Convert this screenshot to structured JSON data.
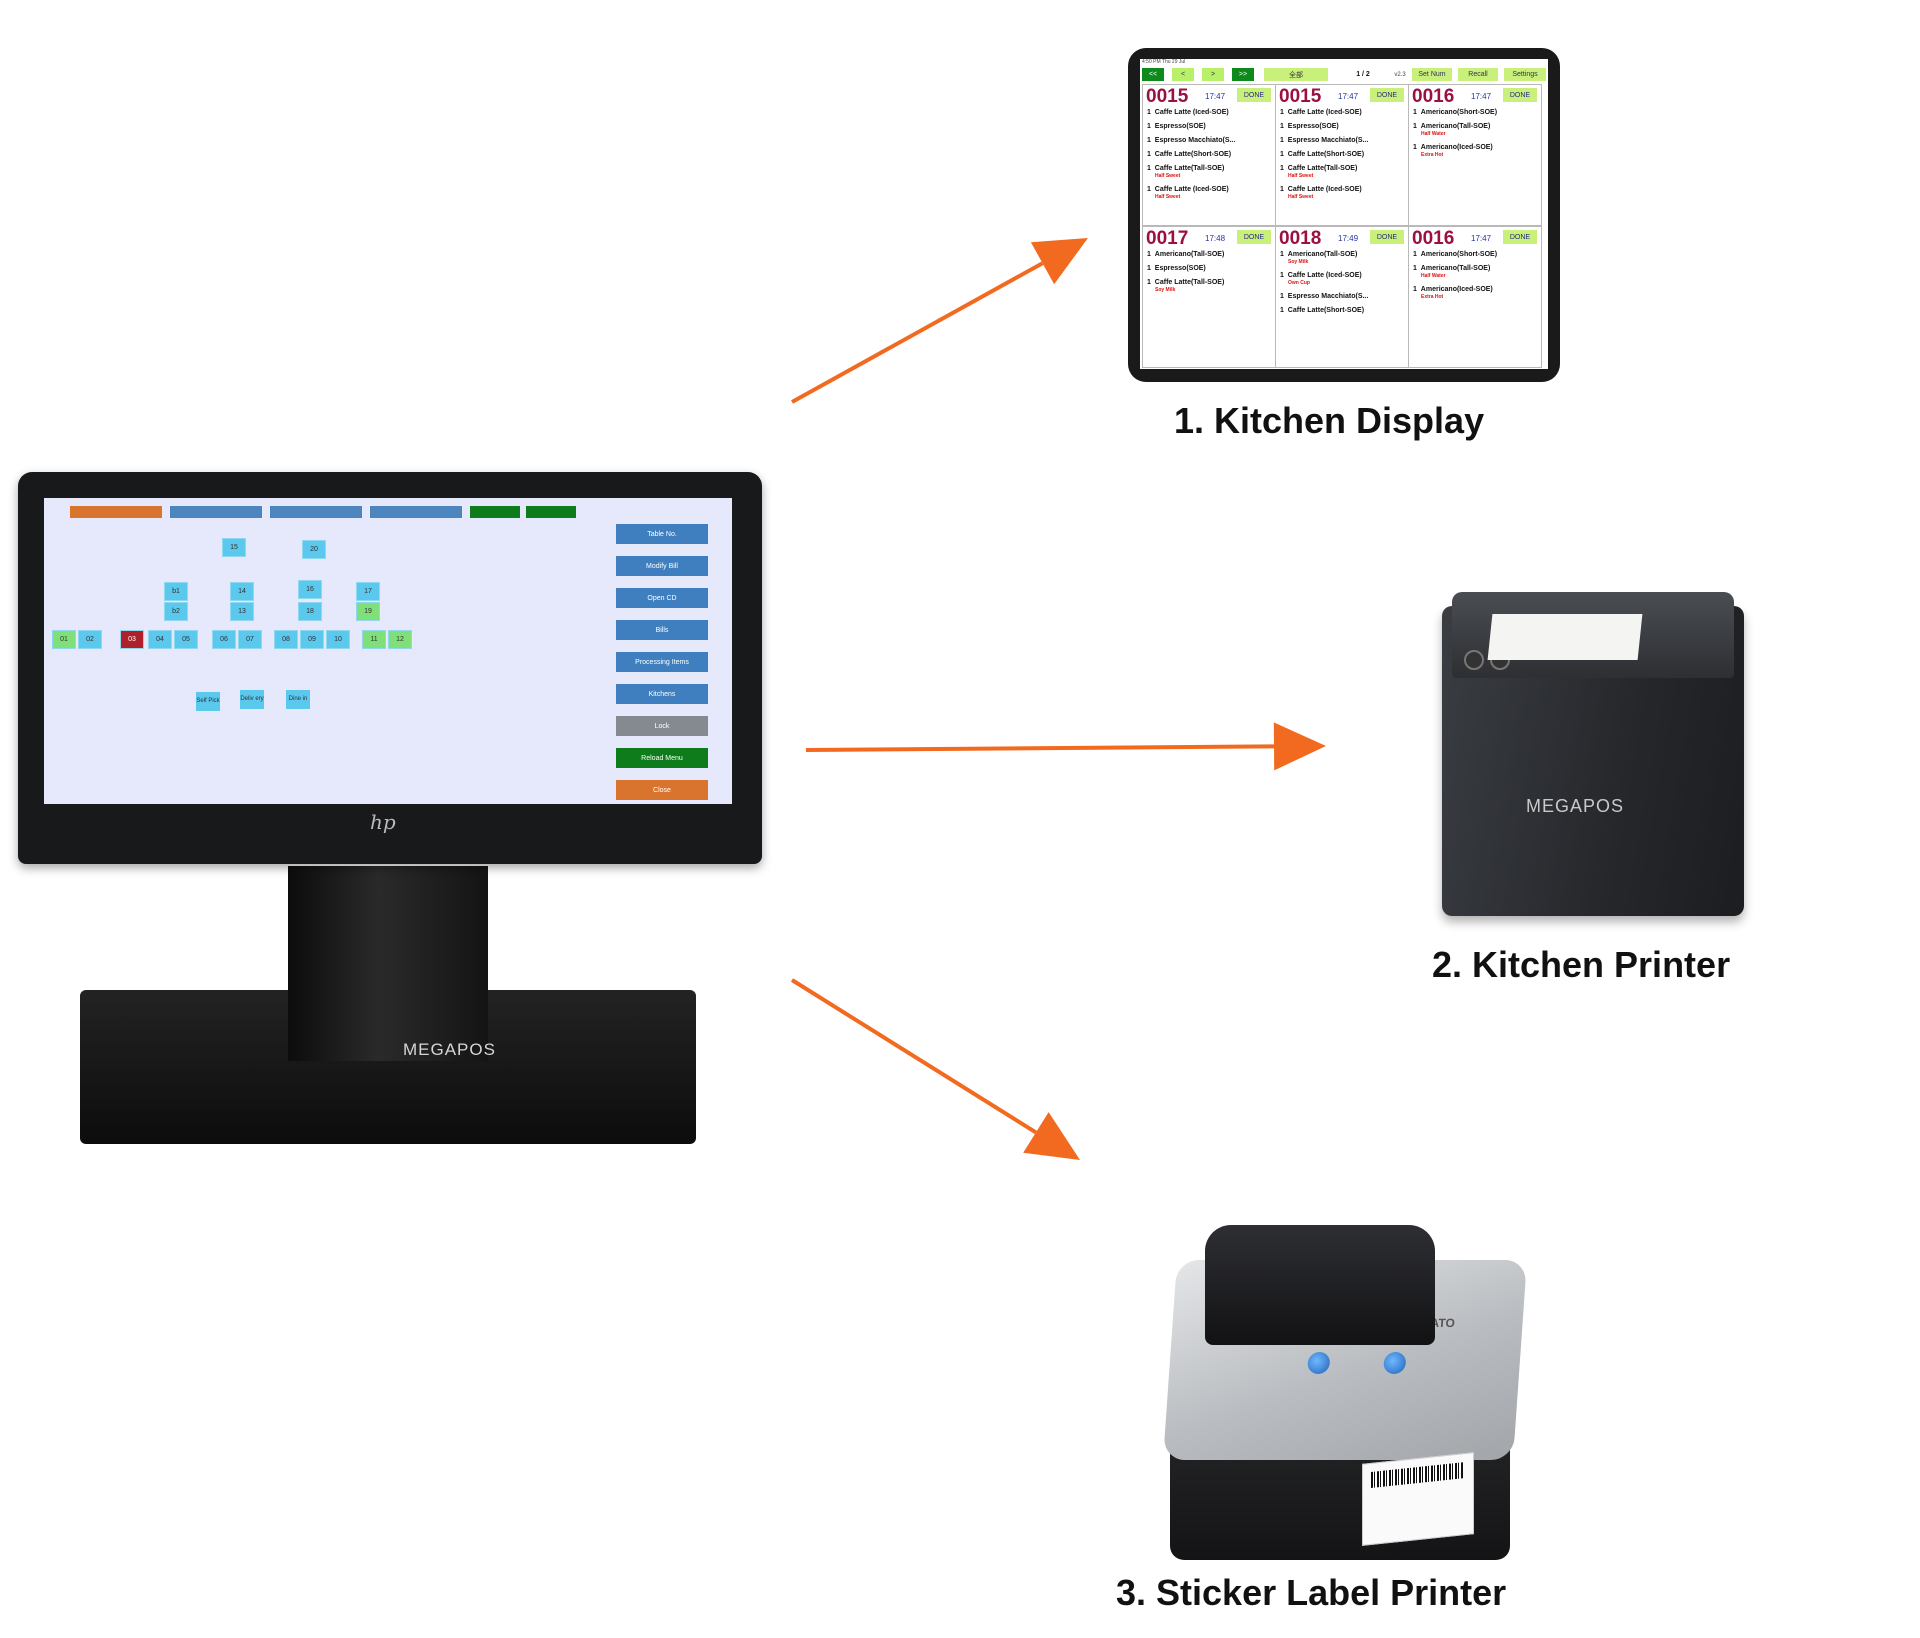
{
  "colors": {
    "arrow": "#f26a1f"
  },
  "pos": {
    "brand": "MEGAPOS",
    "logo": "hp",
    "tables": [
      "01",
      "02",
      "03",
      "04",
      "05",
      "06",
      "07",
      "08",
      "09",
      "10",
      "11",
      "12",
      "13",
      "14",
      "15",
      "16",
      "17",
      "18",
      "19",
      "20"
    ],
    "extra_tables": [
      "b1",
      "b2"
    ],
    "service_buttons": [
      "Self Pick",
      "Deliv ery",
      "Dine in"
    ],
    "side_buttons": [
      "Table No.",
      "Modify Bill",
      "Open CD",
      "Bills",
      "Processing Items",
      "Kitchens",
      "Lock",
      "Reload Menu",
      "Close"
    ]
  },
  "kitchen_display": {
    "status_bar": "4:50 PM   Thu 29 Jul",
    "nav": {
      "first": "<<",
      "prev": "<",
      "next": ">",
      "last": ">>"
    },
    "mode": "全部",
    "page": "1 / 2",
    "version": "v2.3",
    "actions": {
      "set_num": "Set Num",
      "recall": "Recall",
      "settings": "Settings"
    },
    "done_label": "DONE",
    "orders": [
      {
        "num": "0015",
        "time": "17:47",
        "items": [
          {
            "qty": "1",
            "name": "Caffe Latte (Iced-SOE)",
            "mod": ""
          },
          {
            "qty": "1",
            "name": "Espresso(SOE)",
            "mod": ""
          },
          {
            "qty": "1",
            "name": "Espresso Macchiato(S...",
            "mod": ""
          },
          {
            "qty": "1",
            "name": "Caffe Latte(Short-SOE)",
            "mod": ""
          },
          {
            "qty": "1",
            "name": "Caffe Latte(Tall-SOE)",
            "mod": "Half Sweet"
          },
          {
            "qty": "1",
            "name": "Caffe Latte (Iced-SOE)",
            "mod": "Half Sweet"
          }
        ]
      },
      {
        "num": "0015",
        "time": "17:47",
        "items": [
          {
            "qty": "1",
            "name": "Caffe Latte (Iced-SOE)",
            "mod": ""
          },
          {
            "qty": "1",
            "name": "Espresso(SOE)",
            "mod": ""
          },
          {
            "qty": "1",
            "name": "Espresso Macchiato(S...",
            "mod": ""
          },
          {
            "qty": "1",
            "name": "Caffe Latte(Short-SOE)",
            "mod": ""
          },
          {
            "qty": "1",
            "name": "Caffe Latte(Tall-SOE)",
            "mod": "Half Sweet"
          },
          {
            "qty": "1",
            "name": "Caffe Latte (Iced-SOE)",
            "mod": "Half Sweet"
          }
        ]
      },
      {
        "num": "0016",
        "time": "17:47",
        "items": [
          {
            "qty": "1",
            "name": "Americano(Short-SOE)",
            "mod": ""
          },
          {
            "qty": "1",
            "name": "Americano(Tall-SOE)",
            "mod": "Half Water"
          },
          {
            "qty": "1",
            "name": "Americano(Iced-SOE)",
            "mod": "Extra Hot"
          }
        ]
      },
      {
        "num": "0017",
        "time": "17:48",
        "items": [
          {
            "qty": "1",
            "name": "Americano(Tall-SOE)",
            "mod": ""
          },
          {
            "qty": "1",
            "name": "Espresso(SOE)",
            "mod": ""
          },
          {
            "qty": "1",
            "name": "Caffe Latte(Tall-SOE)",
            "mod": "Soy Milk"
          }
        ]
      },
      {
        "num": "0018",
        "time": "17:49",
        "items": [
          {
            "qty": "1",
            "name": "Americano(Tall-SOE)",
            "mod": "Soy Milk"
          },
          {
            "qty": "1",
            "name": "Caffe Latte (Iced-SOE)",
            "mod": "Own Cup"
          },
          {
            "qty": "1",
            "name": "Espresso Macchiato(S...",
            "mod": ""
          },
          {
            "qty": "1",
            "name": "Caffe Latte(Short-SOE)",
            "mod": ""
          }
        ]
      },
      {
        "num": "0016",
        "time": "17:47",
        "items": [
          {
            "qty": "1",
            "name": "Americano(Short-SOE)",
            "mod": ""
          },
          {
            "qty": "1",
            "name": "Americano(Tall-SOE)",
            "mod": "Half Water"
          },
          {
            "qty": "1",
            "name": "Americano(Iced-SOE)",
            "mod": "Extra Hot"
          }
        ]
      }
    ]
  },
  "captions": {
    "kitchen_display": "1. Kitchen Display",
    "kitchen_printer": "2. Kitchen Printer",
    "sticker_printer": "3. Sticker Label Printer"
  },
  "kitchen_printer": {
    "brand": "MEGAPOS"
  },
  "sticker_printer": {
    "brand": "SATO"
  }
}
